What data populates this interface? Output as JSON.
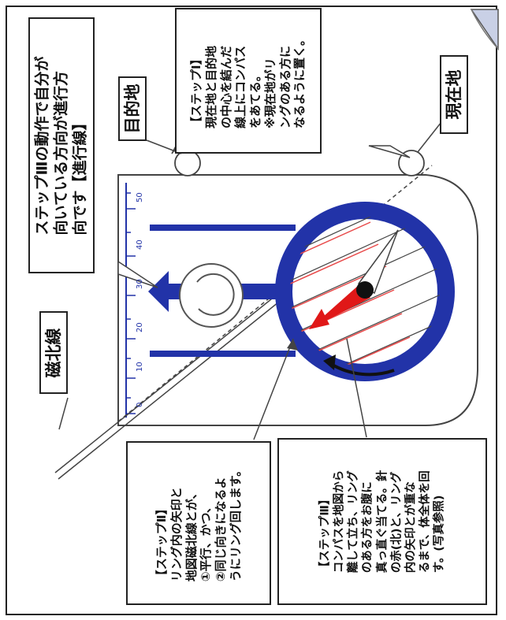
{
  "labels": {
    "magnetic_north": "磁北線",
    "destination": "目的地",
    "current_location": "現在地"
  },
  "notes": {
    "step3_direction": "ステップⅢの動作で自分が\n向いている方向が進行方\n向です【進行線】",
    "step1": "【ステップⅠ】\n現在地と目的地\nの中心を結んだ\n線上にコンパス\nをあてる。\n※現在地がリ\nングのある方に\nなるように置く。",
    "step2": "【ステップⅡ】\nリング内の矢印と\n地図磁北線とが、\n①平行、かつ、\n②同じ向きになるよ\nうにリング回します。",
    "step3": "【ステップⅢ】\nコンパスを地図から\n離して立ち、リング\nのある方をお腹に\n真っ直ぐ当てる。針\nの赤(北)と、リング\n内の矢印とが重な\nるまで、体全体を回\nす。(写真参照)"
  },
  "ruler_ticks": [
    "0",
    "10",
    "20",
    "30",
    "40",
    "50"
  ],
  "colors": {
    "compass_ring": "#2233a8",
    "arrow_blue": "#2233a8",
    "needle_red": "#e01818",
    "hatch_red": "#e84a4a",
    "outline": "#333333"
  },
  "icons": {
    "page_curl": "page-curl-icon",
    "magnifier": "magnifier-lens-icon"
  }
}
